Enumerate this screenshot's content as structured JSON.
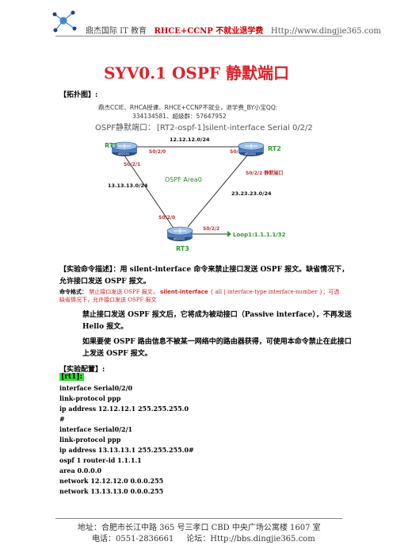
{
  "header": {
    "brand": "鼎杰国际 IT 教育",
    "promo": "RHCE+CCNP 不就业退学费",
    "url": "Http://www.dingjie365.com"
  },
  "title": "SYV0.1 OSPF 静默端口",
  "sections": {
    "topology": "【拓扑图】:",
    "config": "【实验配置】:"
  },
  "diagram": {
    "ad_line1": "鼎杰CCIE、RHCA授课、RHCE+CCNP不就业，退学费_BY小宝QQ:",
    "ad_line2": "334134581、超级群：57647952",
    "headline_prefix": "OSPF静默端口：",
    "headline_cmd": "[RT2-ospf-1]silent-interface Serial 0/2/2",
    "net_top": "12.12.12.0/24",
    "net_left": "13.13.13.0/24",
    "net_right": "23.23.23.0/24",
    "area": "OSPF Area0",
    "rt1": "RT1",
    "rt2": "RT2",
    "rt3": "RT3",
    "rt1_s020": "S0/2/0",
    "rt1_s021": "S0/2/1",
    "rt2_s020": "S0/2/0",
    "rt2_s022": "S0/2/2 静默端口",
    "rt3_s020": "S0/2/0",
    "rt3_s022": "S0/2/2",
    "loopback": "Loop1:1.1.1.1/32",
    "rt1_model": "AR2220",
    "rt2_model": "AR2220",
    "rt3_model": "AR2220"
  },
  "description": {
    "cmd_desc": "【实验命令描述】：用 silent-interface 命令来禁止接口发送 OSPF 报文。缺省情况下，允许接口发送 OSPF 报文。",
    "format_label": "命令格式：",
    "format_text": "禁止接口发送 OSPF 报文，",
    "format_cmd": "silent-interface",
    "format_args": "{ all | interface-type interface-number }；可选",
    "format_default": "缺省情况下，允许接口发送 OSPF 报文",
    "note1": "禁止接口发送 OSPF 报文后，它将成为被动接口（Passive interface），不再发送 Hello 报文。",
    "note2": "如果要使 OSPF 路由信息不被某一网络中的路由器获得，可使用本命令禁止在此接口上发送 OSPF 报文。"
  },
  "config": {
    "rt1_label": "[rt1]:",
    "lines": [
      "interface Serial0/2/0",
      "  link-protocol ppp",
      "  ip address 12.12.12.1 255.255.255.0",
      "#",
      "interface Serial0/2/1",
      "  link-protocol ppp",
      "  ip address 13.13.13.1 255.255.255.0#",
      "ospf 1 router-id 1.1.1.1",
      "  area 0.0.0.0",
      "    network 12.12.12.0 0.0.0.255",
      "    network 13.13.13.0 0.0.0.255"
    ]
  },
  "footer": {
    "address": "地址：合肥市长江中路 365 号三孝口 CBD 中央广场公寓楼 1607 室",
    "tel": "电话：0551-2836661",
    "forum": "论坛：Http://bbs.dingjie365.com"
  }
}
